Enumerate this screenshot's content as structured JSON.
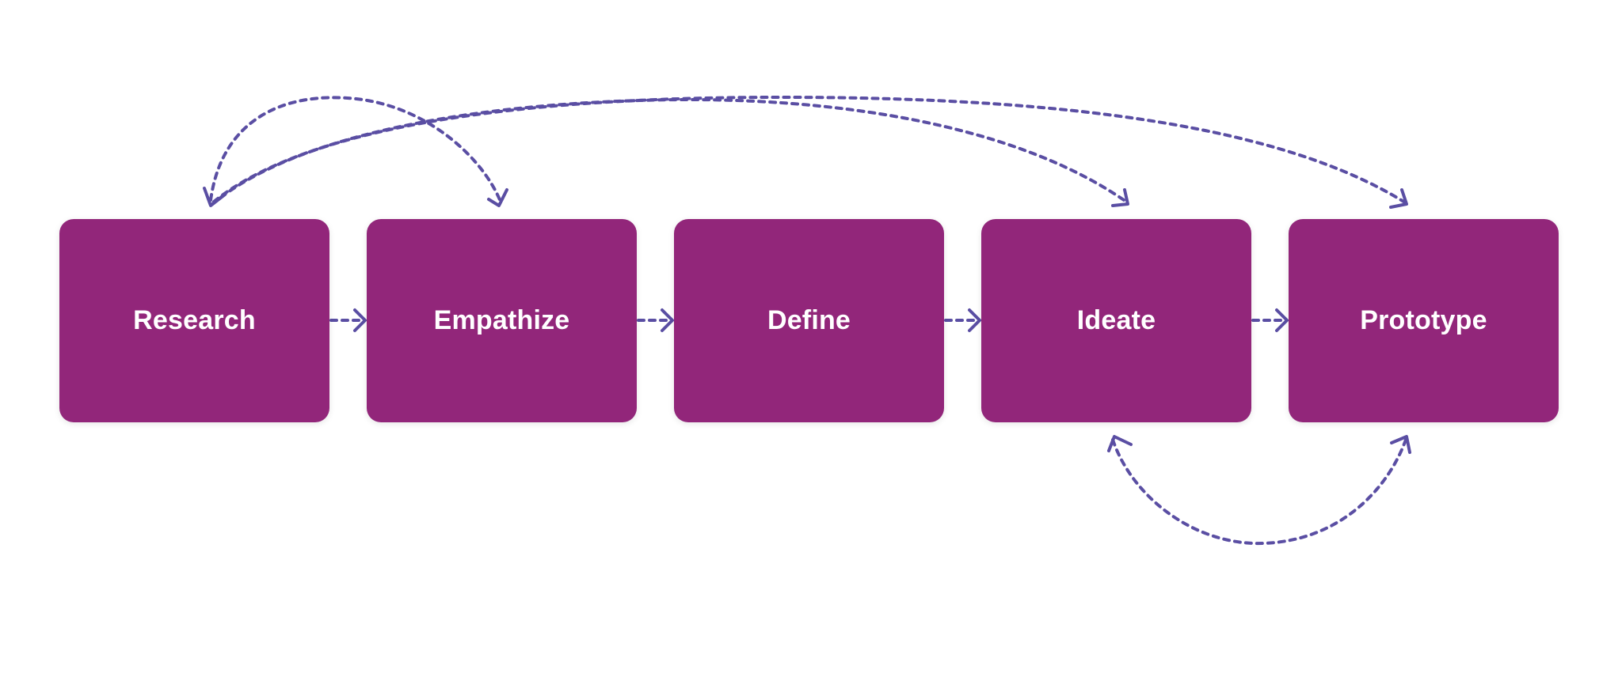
{
  "diagram": {
    "stages": [
      {
        "id": "research",
        "label": "Research"
      },
      {
        "id": "empathize",
        "label": "Empathize"
      },
      {
        "id": "define",
        "label": "Define"
      },
      {
        "id": "ideate",
        "label": "Ideate"
      },
      {
        "id": "prototype",
        "label": "Prototype"
      }
    ],
    "flow_edges": [
      {
        "from": "research",
        "to": "empathize",
        "style": "dashed"
      },
      {
        "from": "empathize",
        "to": "define",
        "style": "dashed"
      },
      {
        "from": "define",
        "to": "ideate",
        "style": "dashed"
      },
      {
        "from": "ideate",
        "to": "prototype",
        "style": "dashed"
      }
    ],
    "loop_edges": [
      {
        "between": [
          "research",
          "empathize"
        ],
        "direction": "bidirectional",
        "style": "dashed-arc"
      },
      {
        "between": [
          "research",
          "ideate"
        ],
        "direction": "bidirectional",
        "style": "dashed-arc"
      },
      {
        "between": [
          "research",
          "prototype"
        ],
        "direction": "bidirectional",
        "style": "dashed-arc"
      },
      {
        "between": [
          "ideate",
          "prototype"
        ],
        "direction": "bidirectional",
        "style": "dashed-arc"
      }
    ],
    "colors": {
      "box_fill": "#92267a",
      "box_text": "#ffffff",
      "connector": "#5a4ea3",
      "background": "#ffffff"
    }
  }
}
